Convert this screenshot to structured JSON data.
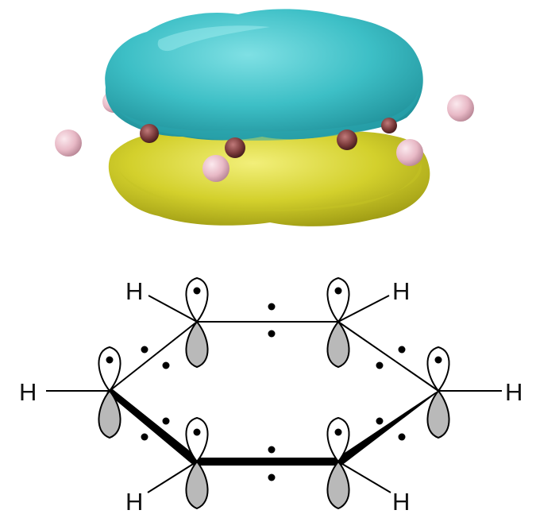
{
  "atom_labels": {
    "h_top_left": "H",
    "h_top_right": "H",
    "h_left": "H",
    "h_right": "H",
    "h_bottom_left": "H",
    "h_bottom_right": "H"
  },
  "colors": {
    "pi_lobe_top": "#3dbfc6",
    "pi_lobe_bottom": "#d3d02c",
    "hydrogen_sphere": "#e8b9c6",
    "carbon_sphere": "#7a3a3a",
    "p_orbital_shaded": "#b9b9b9",
    "line": "#000000"
  },
  "icons": {
    "electron_density_model": "benzene-pi-orbital-isosurface",
    "electron": "dot",
    "orbital": "p-orbital-lobe"
  }
}
